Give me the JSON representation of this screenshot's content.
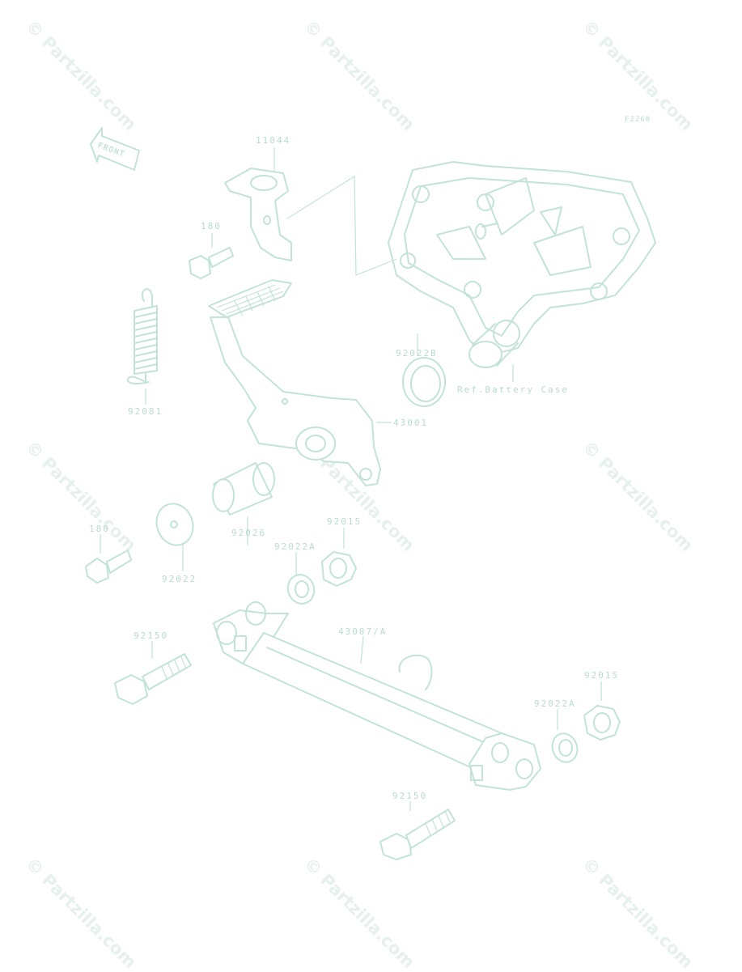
{
  "diagram_code": "F2260",
  "front_marker": "FRONT",
  "reference_note": "Ref.Battery Case",
  "watermark_text": "© Partzilla.com",
  "part_labels": {
    "bracket": "11044",
    "bolt_upper": "180",
    "spring": "92081",
    "washer_b": "92022B",
    "brake_pedal": "43001",
    "collar": "92026",
    "bolt_lower": "180",
    "washer": "92022",
    "washer_a_left": "92022A",
    "nut_left": "92015",
    "rod": "43007/A",
    "bolt_rod_left": "92150",
    "washer_a_right": "92022A",
    "nut_right": "92015",
    "bolt_rod_bottom": "92150"
  },
  "colors": {
    "line": "#c3e3d6",
    "label": "#b9dccd",
    "watermark": "#e6f1ec"
  }
}
